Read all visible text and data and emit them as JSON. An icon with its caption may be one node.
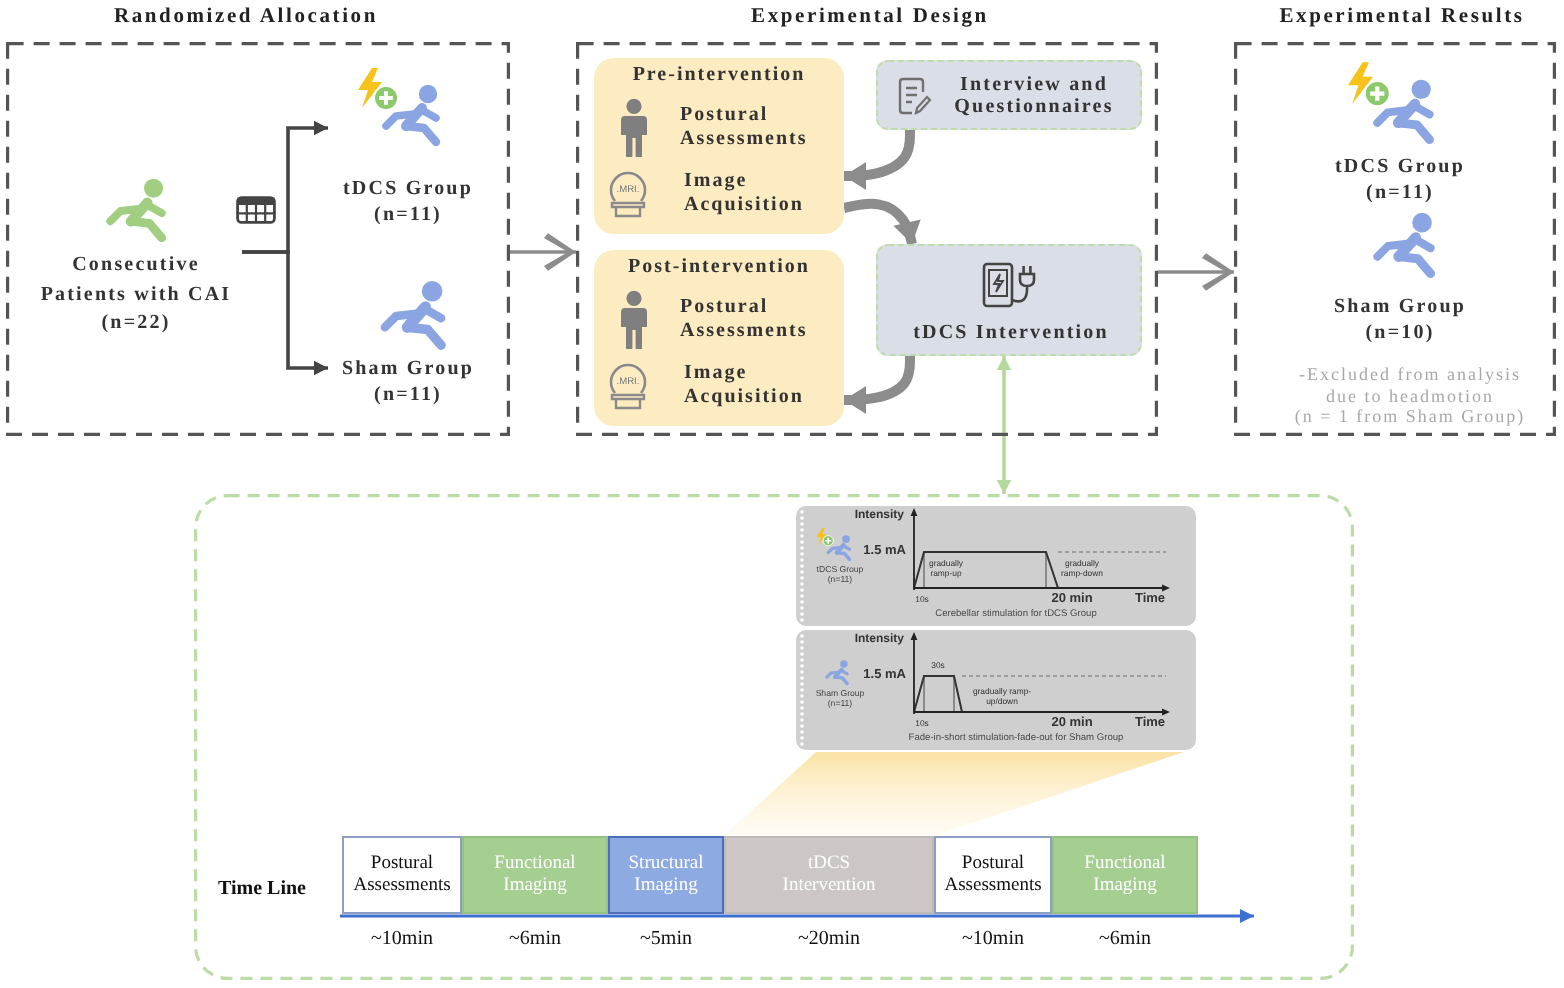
{
  "diagram": {
    "nodes": [
      {
        "text": [
          "Randomized Allocation"
        ]
      },
      {
        "text": [
          "Consecutive Patients with CAI (n=22)"
        ],
        "in": 0
      },
      {
        "text": [
          "tDCS Group (n=11)"
        ],
        "in": 0
      },
      {
        "text": [
          "Sham Group (n=11)"
        ],
        "in": 0
      },
      {
        "text": [
          "Experimental Design"
        ]
      },
      {
        "text": [
          "Pre-intervention",
          "Postural Assessments",
          ".MRI.",
          "Image Acquisition"
        ],
        "in": 4
      },
      {
        "text": [
          "Interview and Questionnaires"
        ],
        "in": 4
      },
      {
        "text": [
          "Post-intervention",
          "Postural Assessments",
          ".MRI.",
          "Image Acquisition"
        ],
        "in": 4
      },
      {
        "text": [
          "tDCS Intervention"
        ],
        "in": 4
      },
      {
        "text": [
          "Experimental Results",
          "tDCS Group (n=11)",
          "Sham Group (n=10)",
          "-Excluded from analysis due to headmotion (n = 1 from Sham Group)"
        ]
      },
      {
        "text": [
          "Time Line"
        ]
      },
      {
        "text": [
          "tDCS Group (n=11)",
          "Intensity",
          "1.5 mA",
          "gradually ramp-up",
          "gradually ramp-down",
          "10s",
          "20 min",
          "Time",
          "Cerebellar stimulation for tDCS Group"
        ],
        "in": 10
      },
      {
        "text": [
          "Sham Group (n=11)",
          "Intensity",
          "1.5 mA",
          "30s",
          "gradually ramp-up/down",
          "10s",
          "20 min",
          "Time",
          "Fade-in-short stimulation-fade-out for Sham Group"
        ],
        "in": 10
      },
      {
        "text": [
          "Postural Assessments"
        ],
        "in": 10,
        "beside": [
          "~10min"
        ]
      },
      {
        "text": [
          "Functional Imaging"
        ],
        "in": 10,
        "beside": [
          "~6min"
        ]
      },
      {
        "text": [
          "Structural Imaging"
        ],
        "in": 10,
        "beside": [
          "~5min"
        ]
      },
      {
        "text": [
          "tDCS Intervention"
        ],
        "in": 10,
        "beside": [
          "~20min"
        ]
      },
      {
        "text": [
          "Postural Assessments"
        ],
        "in": 10,
        "beside": [
          "~10min"
        ]
      },
      {
        "text": [
          "Functional Imaging"
        ],
        "in": 10,
        "beside": [
          "~6min"
        ]
      }
    ],
    "edges": [
      {
        "from": 1,
        "to": 2,
        "arrow": "to",
        "color": "#444444"
      },
      {
        "from": 1,
        "to": 3,
        "arrow": "to",
        "color": "#444444"
      },
      {
        "from": 0,
        "to": 4,
        "arrow": "to"
      },
      {
        "from": 4,
        "to": 9,
        "arrow": "to"
      },
      {
        "from": 6,
        "to": 5,
        "arrow": "to",
        "style": "thick"
      },
      {
        "from": 5,
        "to": 8,
        "arrow": "to",
        "style": "thick"
      },
      {
        "from": 8,
        "to": 7,
        "arrow": "to",
        "style": "thick"
      },
      {
        "from": 8,
        "to": 10,
        "arrow": "both",
        "color": "#b5d99c"
      }
    ]
  }
}
